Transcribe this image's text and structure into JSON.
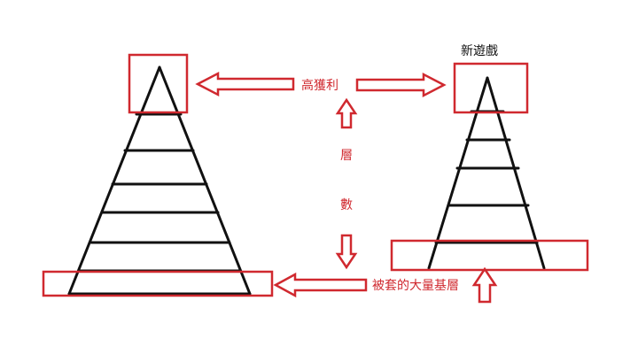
{
  "colors": {
    "background": "#ffffff",
    "ink": "#111111",
    "annotation": "#d0292f"
  },
  "labels": {
    "new_game": "新遊戲",
    "high_profit": "高獲利",
    "layers_char1": "層",
    "layers_char2": "數",
    "trapped_base": "被套的大量基層"
  }
}
